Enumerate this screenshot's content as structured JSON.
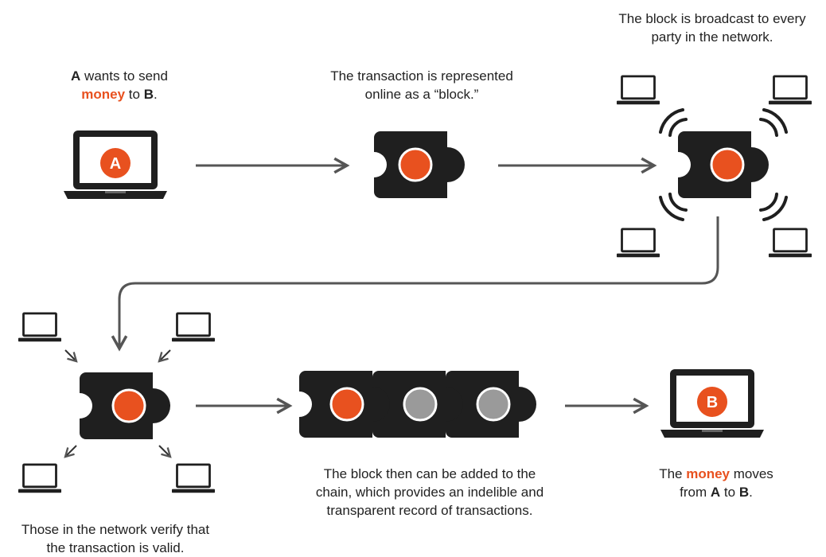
{
  "colors": {
    "accent": "#e8511f",
    "dark": "#1f1f1f",
    "gray": "#9a9a9a",
    "arrow": "#555555"
  },
  "step1": {
    "part1": "A",
    "part2": " wants to send",
    "highlight": "money",
    "part3": " to ",
    "part4": "B",
    "part5": "."
  },
  "step2": {
    "line1": "The transaction is represented",
    "line2": "online as a “block.”"
  },
  "step3": {
    "line1": "The block is broadcast to every",
    "line2": "party in the network."
  },
  "step4": {
    "line1": "Those in the network verify that",
    "line2": "the transaction is valid."
  },
  "step5": {
    "line1": "The block then can be added to the",
    "line2": "chain, which provides an indelible and",
    "line3": "transparent record of transactions."
  },
  "step6": {
    "part1": "The ",
    "highlight": "money",
    "part2": " moves",
    "part3": "from ",
    "part4": "A",
    "part5": " to ",
    "part6": "B",
    "part7": "."
  },
  "icons": {
    "sender_letter": "A",
    "receiver_letter": "B"
  }
}
